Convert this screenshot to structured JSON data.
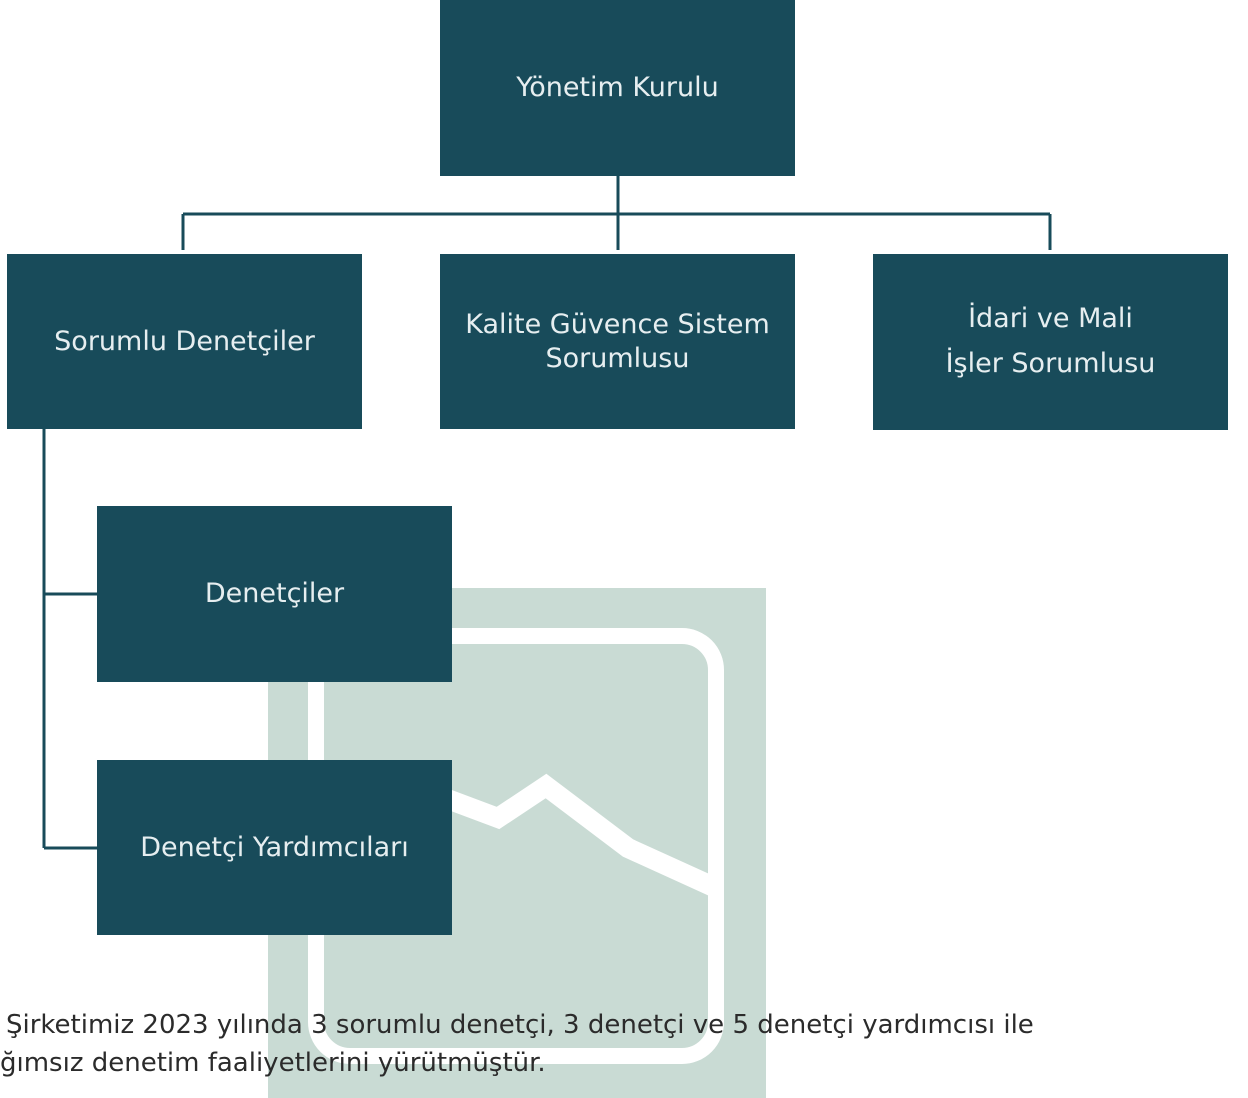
{
  "org_chart": {
    "top": {
      "label": "Yönetim Kurulu"
    },
    "level2": [
      {
        "lines": [
          "Sorumlu Denetçiler"
        ]
      },
      {
        "lines": [
          "Kalite Güvence Sistem",
          "Sorumlusu"
        ]
      },
      {
        "lines": [
          "İdari ve Mali",
          "İşler Sorumlusu"
        ]
      }
    ],
    "level3": [
      {
        "label": "Denetçiler"
      },
      {
        "label": "Denetçi Yardımcıları"
      }
    ],
    "colors": {
      "box": "#184b5a",
      "box_text": "#e6eef0",
      "connector": "#184b5a",
      "watermark": "#c9dbd4"
    },
    "watermark_icon": "image-placeholder-icon"
  },
  "footer": {
    "line1": "Şirketimiz 2023 yılında 3 sorumlu denetçi, 3 denetçi ve 5 denetçi yardımcısı ile",
    "line2": "ğımsız denetim faaliyetlerini yürütmüştür."
  }
}
